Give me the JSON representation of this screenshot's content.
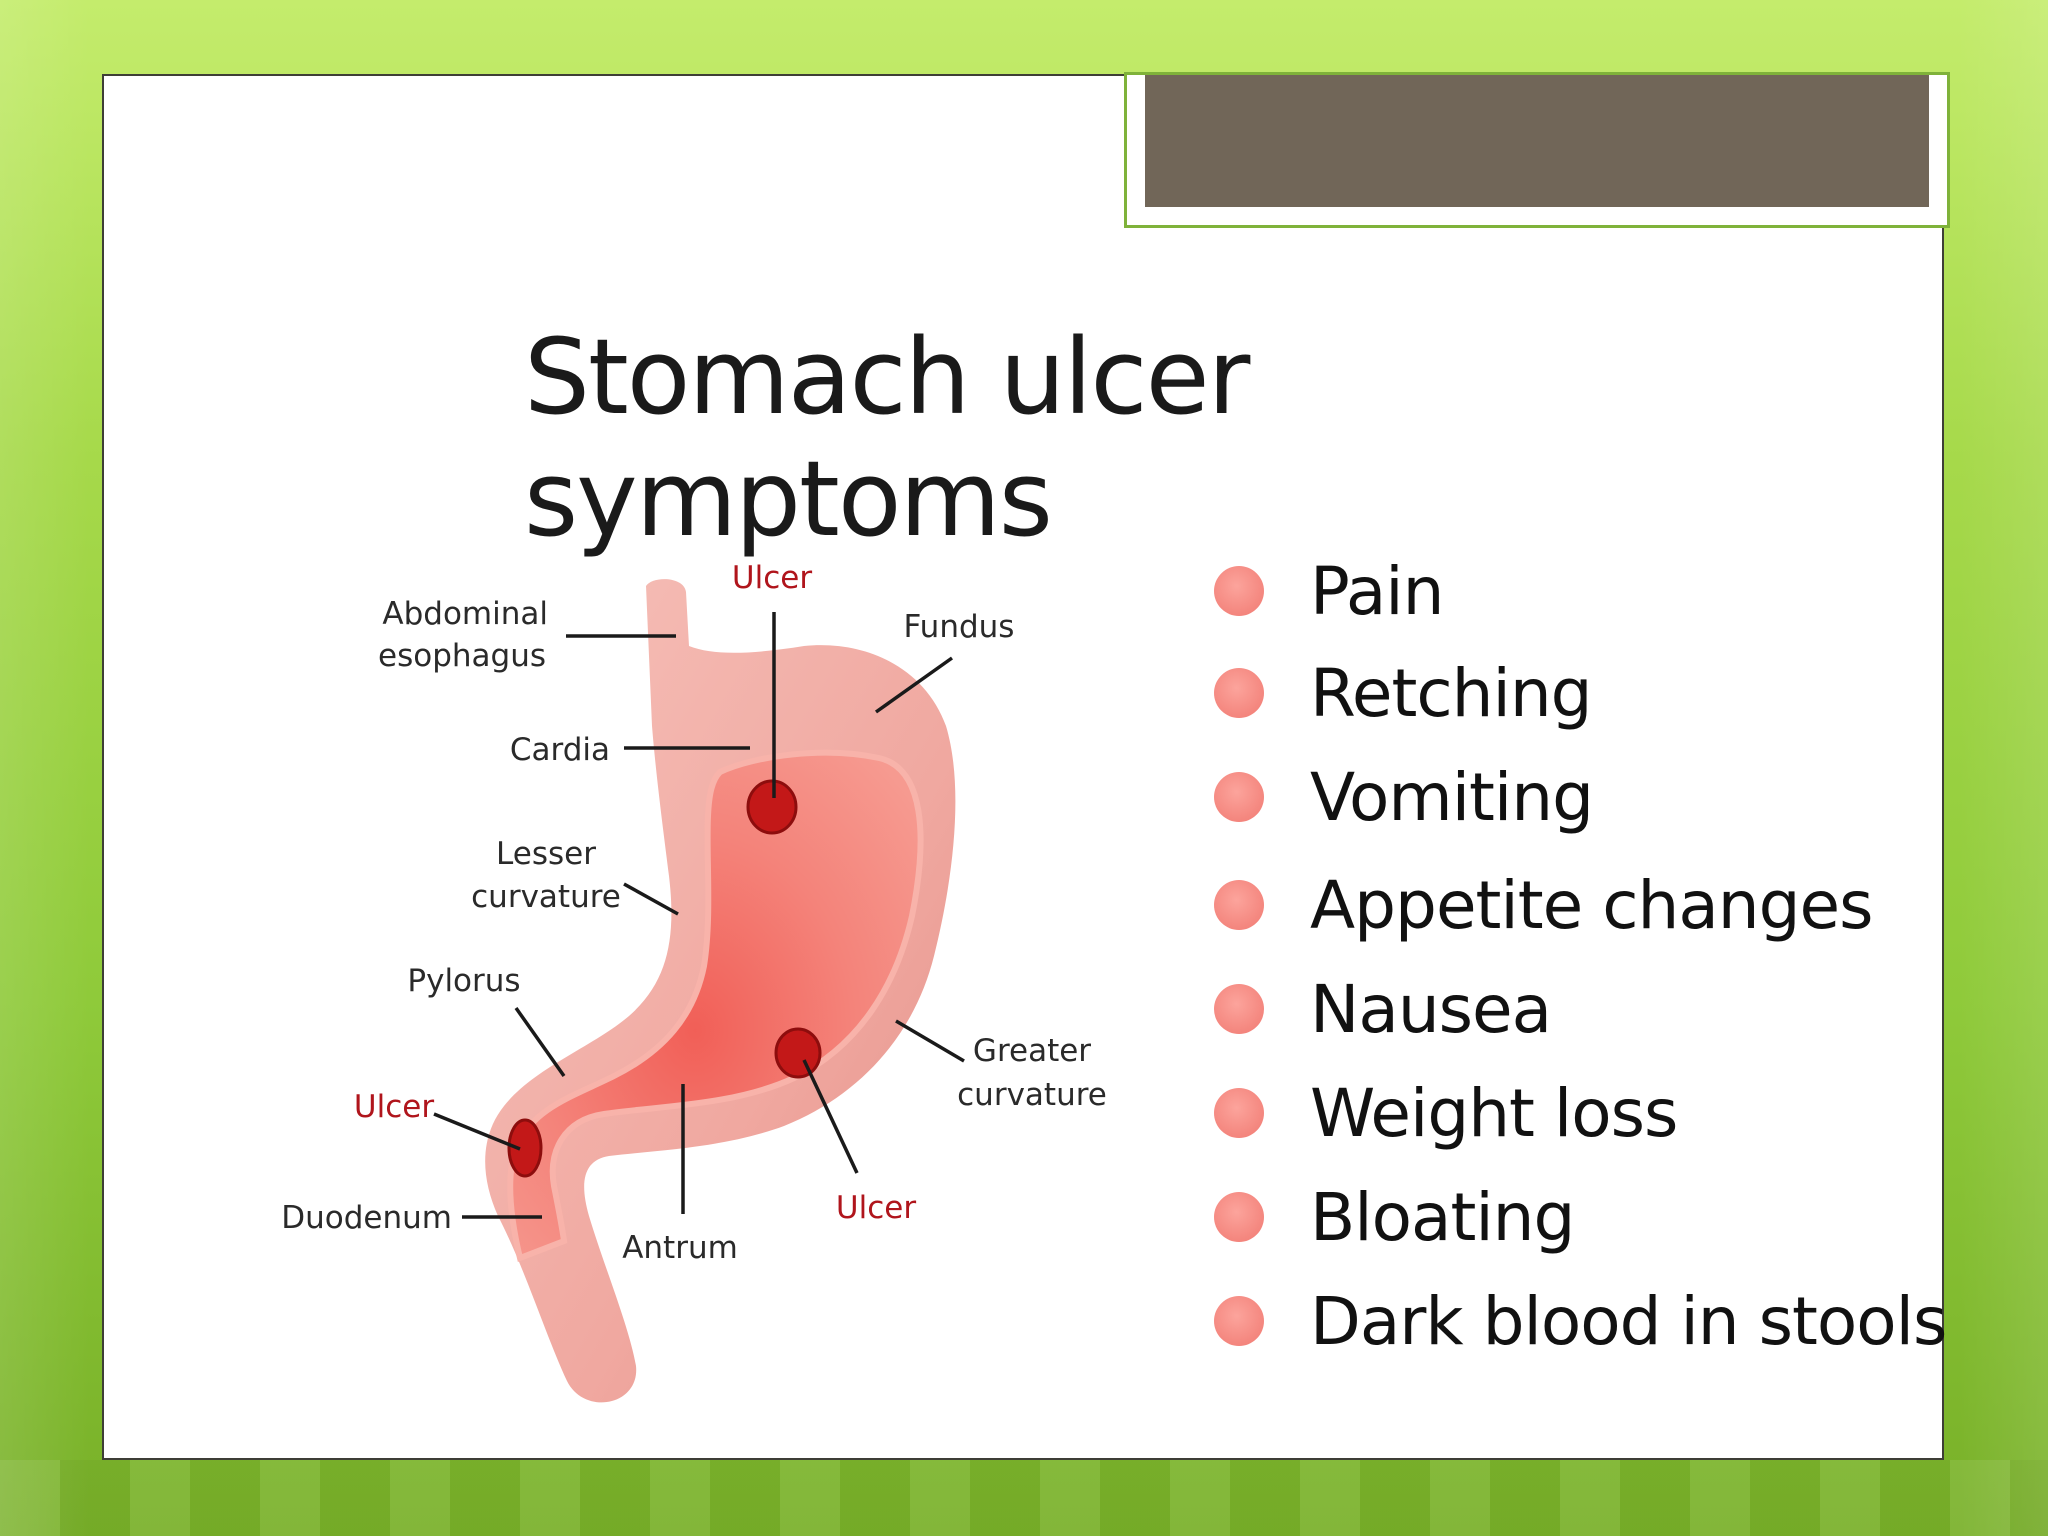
{
  "slide": {
    "title": "Stomach ulcer symptoms"
  },
  "diagram": {
    "labels": {
      "abdominal_esophagus_line1": "Abdominal",
      "abdominal_esophagus_line2": "esophagus",
      "ulcer_top": "Ulcer",
      "fundus": "Fundus",
      "cardia": "Cardia",
      "lesser_curvature_line1": "Lesser",
      "lesser_curvature_line2": "curvature",
      "pylorus": "Pylorus",
      "greater_curvature_line1": "Greater",
      "greater_curvature_line2": "curvature",
      "ulcer_left": "Ulcer",
      "ulcer_bottom": "Ulcer",
      "duodenum": "Duodenum",
      "antrum": "Antrum"
    }
  },
  "symptoms": [
    "Pain",
    "Retching",
    "Vomiting",
    "Appetite changes",
    "Nausea",
    "Weight loss",
    "Bloating",
    "Dark blood in stools"
  ],
  "colors": {
    "background_green": "#a6d94a",
    "title_box_fill": "#716658",
    "title_box_border": "#7fb23a",
    "bullet_pink": "#f58a82",
    "ulcer_red": "#b0151c",
    "stomach_outer": "#f0a8a0",
    "stomach_inner": "#f4847a"
  }
}
